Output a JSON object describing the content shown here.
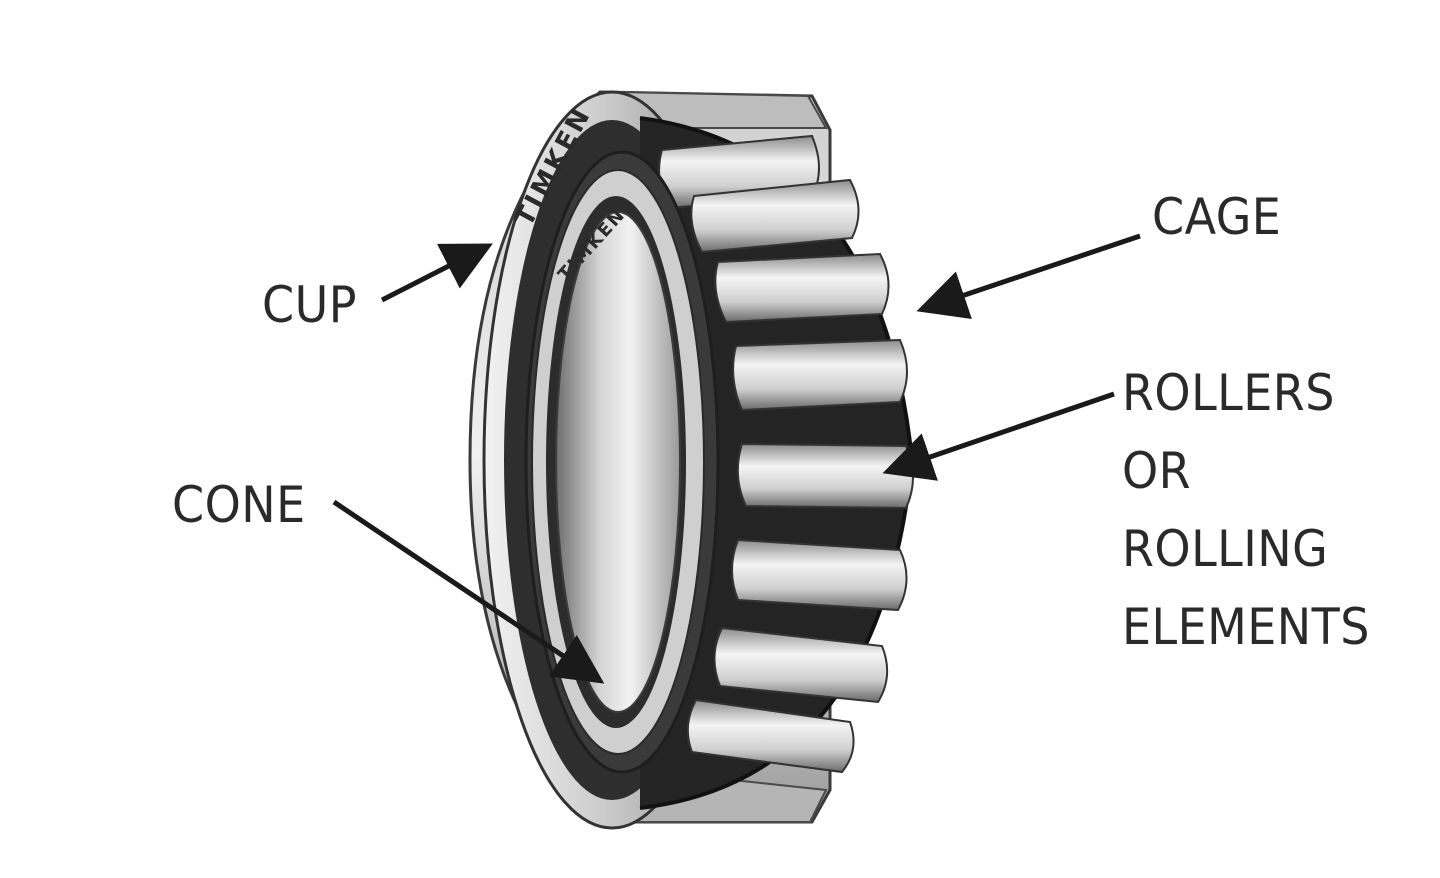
{
  "diagram": {
    "labels": {
      "cup": "CUP",
      "cone": "CONE",
      "cage": "CAGE",
      "rollers_lines": [
        "ROLLERS",
        "OR",
        "ROLLING",
        "ELEMENTS"
      ]
    },
    "logo_text": "TIMKEN",
    "colors": {
      "background": "#ffffff",
      "text": "#2a2a2a",
      "arrow": "#1a1a1a",
      "metal_dark": "#2b2b2b",
      "metal_light": "#d8d8d8"
    }
  }
}
